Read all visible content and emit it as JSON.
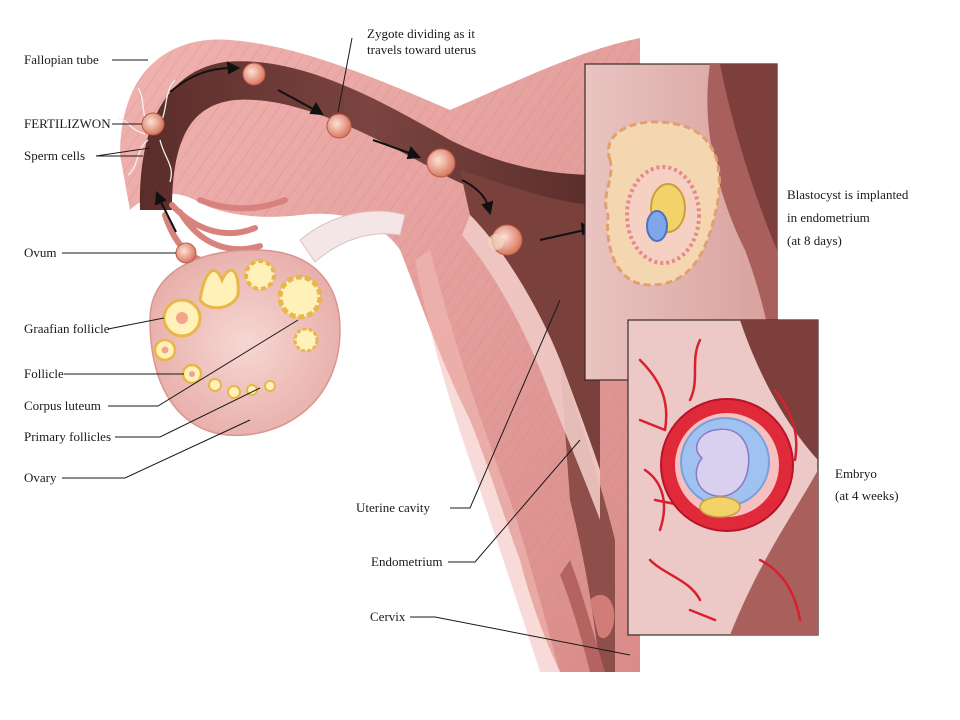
{
  "labels": {
    "fallopian_tube": "Fallopian tube",
    "fertilization": "FERTILIZWON",
    "sperm_cells": "Sperm cells",
    "ovum": "Ovum",
    "graafian_follicle": "Graafian follicle",
    "follicle": "Follicle",
    "corpus_luteum": "Corpus luteum",
    "primary_follicles": "Primary follicles",
    "ovary": "Ovary",
    "zygote_line1": "Zygote dividing as it",
    "zygote_line2": "travels toward uterus",
    "blastocyst_line1": "Blastocyst is implanted",
    "blastocyst_line2": "in endometrium",
    "blastocyst_line3": "(at 8 days)",
    "embryo_line1": "Embryo",
    "embryo_line2": "(at 4 weeks)",
    "uterine_cavity": "Uterine cavity",
    "endometrium": "Endometrium",
    "cervix": "Cervix"
  },
  "colors": {
    "muscle": "#e8a2a0",
    "muscle_dark": "#c97a78",
    "lumen": "#6b3a36",
    "lumen_mid": "#8c4f4a",
    "endometrium": "#efc6c2",
    "ovary": "#f3c8c4",
    "follicle_fill": "#fff1b8",
    "follicle_ring": "#e8b64a",
    "cell": "#f2a48c",
    "inset_bg": "#ecc8c6",
    "vessel": "#d8202e",
    "blastocyst_inner": "#f3d26a",
    "embryo_blue": "#7fa6e8"
  }
}
